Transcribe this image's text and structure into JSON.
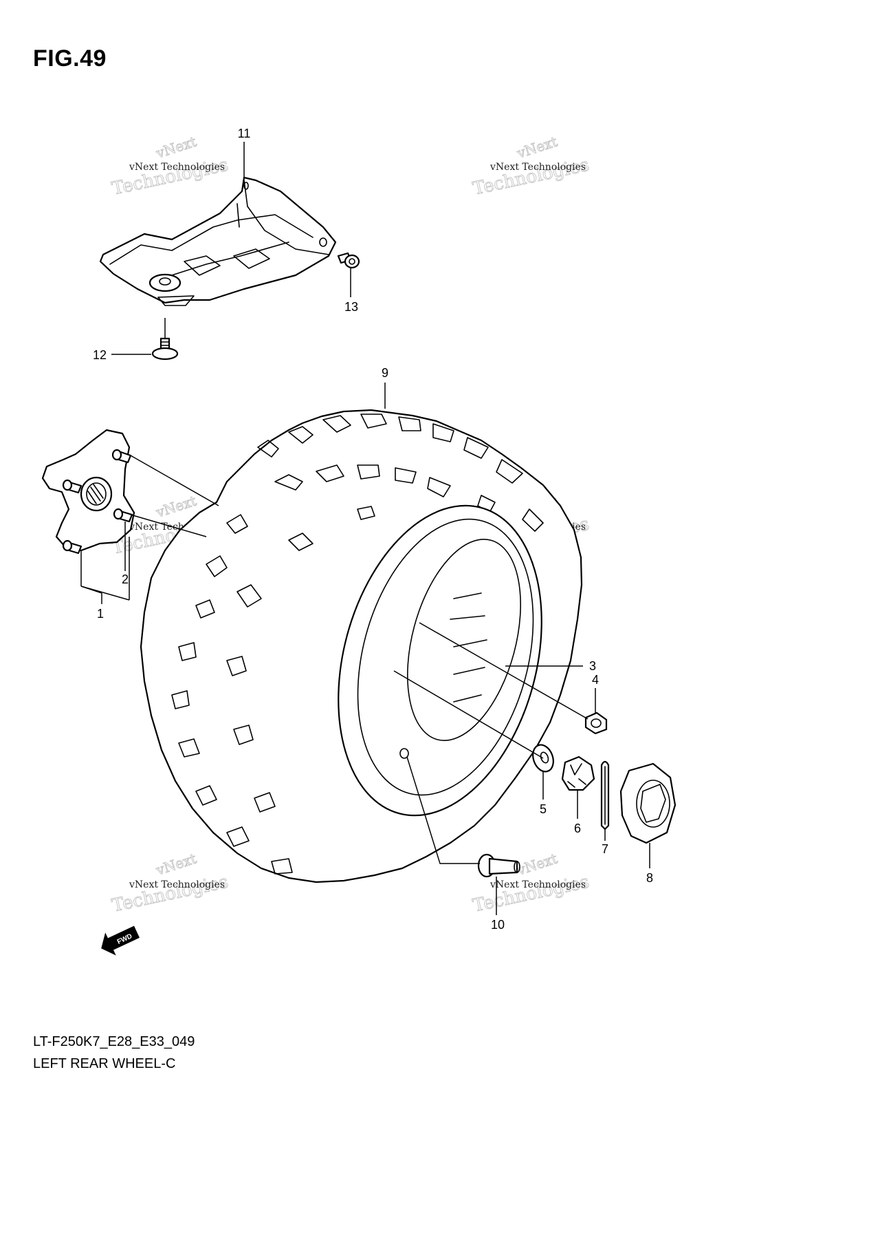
{
  "figure": {
    "title": "FIG.49",
    "code": "LT-F250K7_E28_E33_049",
    "name": "LEFT REAR WHEEL-C"
  },
  "watermark": {
    "line1": "vNext Technologies",
    "arc": "vNext",
    "big": "Technologies"
  },
  "callouts": [
    {
      "id": "1",
      "label": "1"
    },
    {
      "id": "2",
      "label": "2"
    },
    {
      "id": "3",
      "label": "3"
    },
    {
      "id": "4",
      "label": "4"
    },
    {
      "id": "5",
      "label": "5"
    },
    {
      "id": "6",
      "label": "6"
    },
    {
      "id": "7",
      "label": "7"
    },
    {
      "id": "8",
      "label": "8"
    },
    {
      "id": "9",
      "label": "9"
    },
    {
      "id": "10",
      "label": "10"
    },
    {
      "id": "11",
      "label": "11"
    },
    {
      "id": "12",
      "label": "12"
    },
    {
      "id": "13",
      "label": "13"
    }
  ],
  "fwd_arrow": {
    "label": "FWD"
  }
}
